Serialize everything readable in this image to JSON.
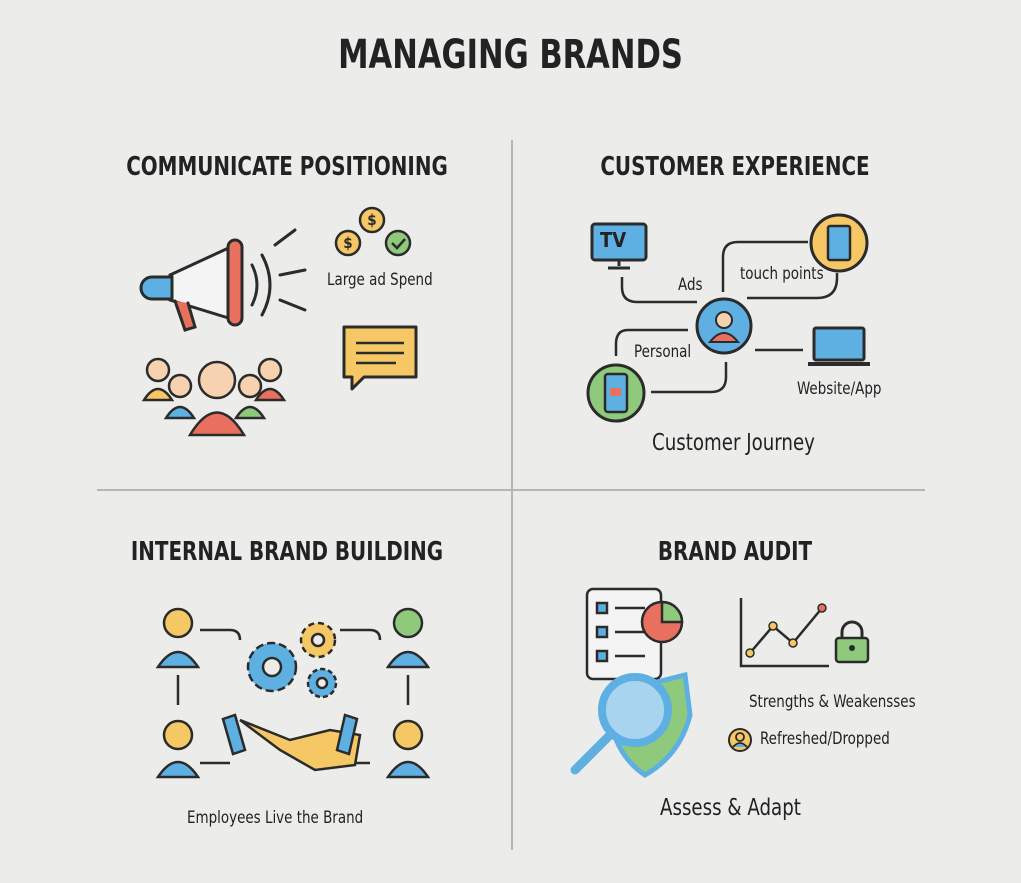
{
  "title": "MANAGING BRANDS",
  "quadrants": {
    "communicate": {
      "heading": "COMMUNICATE POSITIONING",
      "ad_spend_label": "Large ad Spend"
    },
    "customer": {
      "heading": "CUSTOMER EXPERIENCE",
      "tv_label": "TV",
      "ads_label": "Ads",
      "touch_points_label": "touch points",
      "personal_label": "Personal",
      "website_label": "Website/App",
      "journey_label": "Customer Journey"
    },
    "internal": {
      "heading": "INTERNAL BRAND BUILDING",
      "caption": "Employees Live the Brand"
    },
    "audit": {
      "heading": "BRAND AUDIT",
      "strengths_label": "Strengths & Weakensses",
      "refreshed_label": "Refreshed/Dropped",
      "caption": "Assess & Adapt"
    }
  },
  "colors": {
    "blue": "#5eb0e2",
    "yellow": "#f5c865",
    "red": "#e8705e",
    "green": "#8fca7c",
    "outline": "#2b2b2b",
    "background": "#ececeb"
  }
}
